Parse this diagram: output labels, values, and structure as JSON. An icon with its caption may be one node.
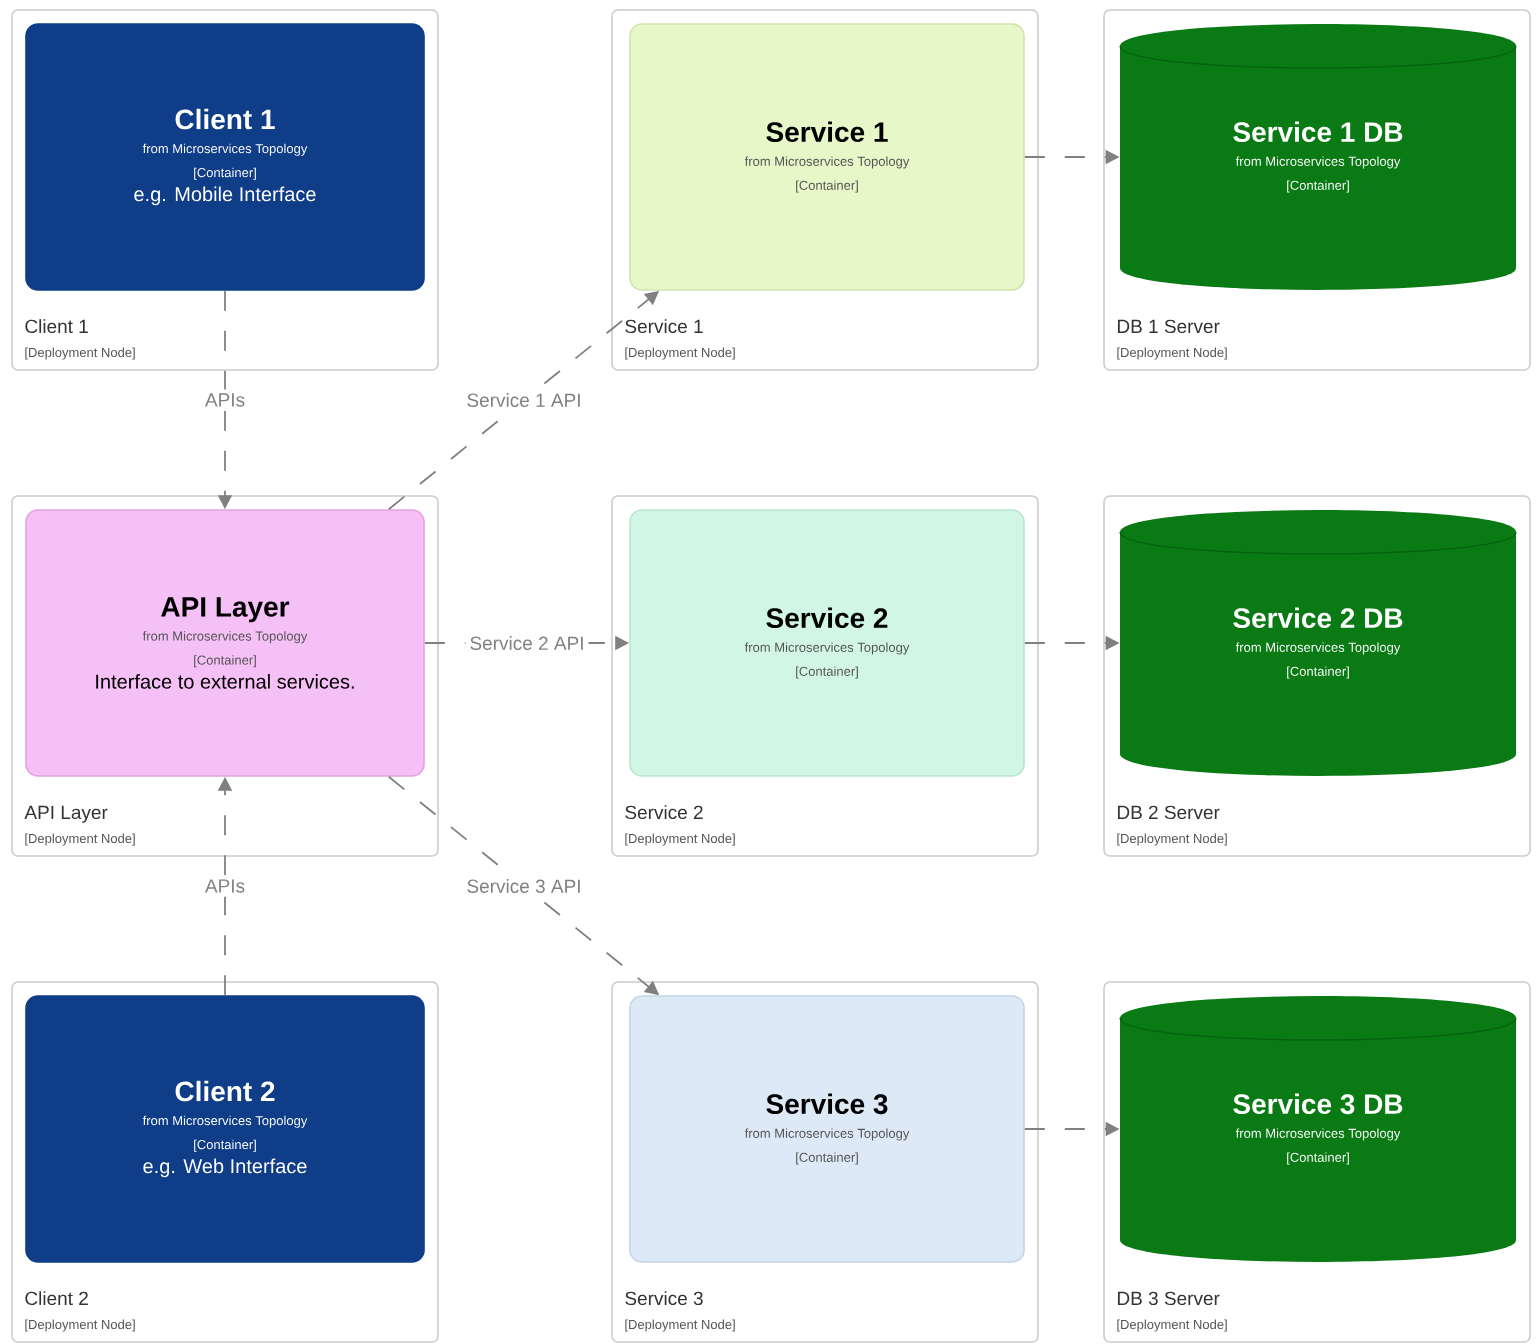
{
  "diagram": {
    "nodes": [
      {
        "text": [
          "Client 1",
          "[Deployment Node]"
        ]
      },
      {
        "text": [
          "Client 1",
          "from Microservices Topology",
          "[Container]",
          "e.g. Mobile Interface"
        ],
        "in": 0
      },
      {
        "text": [
          "Service 1",
          "[Deployment Node]"
        ]
      },
      {
        "text": [
          "Service 1",
          "from Microservices Topology",
          "[Container]"
        ],
        "in": 2
      },
      {
        "text": [
          "DB 1 Server",
          "[Deployment Node]"
        ]
      },
      {
        "text": [
          "Service 1 DB",
          "from Microservices Topology",
          "[Container]"
        ],
        "in": 4
      },
      {
        "text": [
          "API Layer",
          "[Deployment Node]"
        ]
      },
      {
        "text": [
          "API Layer",
          "from Microservices Topology",
          "[Container]",
          "Interface to external services."
        ],
        "in": 6
      },
      {
        "text": [
          "Service 2",
          "[Deployment Node]"
        ]
      },
      {
        "text": [
          "Service 2",
          "from Microservices Topology",
          "[Container]"
        ],
        "in": 8
      },
      {
        "text": [
          "DB 2 Server",
          "[Deployment Node]"
        ]
      },
      {
        "text": [
          "Service 2 DB",
          "from Microservices Topology",
          "[Container]"
        ],
        "in": 10
      },
      {
        "text": [
          "Client 2",
          "[Deployment Node]"
        ]
      },
      {
        "text": [
          "Client 2",
          "from Microservices Topology",
          "[Container]",
          "e.g. Web Interface"
        ],
        "in": 12
      },
      {
        "text": [
          "Service 3",
          "[Deployment Node]"
        ]
      },
      {
        "text": [
          "Service 3",
          "from Microservices Topology",
          "[Container]"
        ],
        "in": 14
      },
      {
        "text": [
          "DB 3 Server",
          "[Deployment Node]"
        ]
      },
      {
        "text": [
          "Service 3 DB",
          "from Microservices Topology",
          "[Container]"
        ],
        "in": 16
      }
    ],
    "edges": [
      {
        "from": 1,
        "to": 7,
        "arrow": "to",
        "label": "APIs",
        "style": "dashed"
      },
      {
        "from": 13,
        "to": 7,
        "arrow": "to",
        "label": "APIs",
        "style": "dashed"
      },
      {
        "from": 7,
        "to": 3,
        "arrow": "to",
        "label": "Service 1 API",
        "style": "dashed"
      },
      {
        "from": 7,
        "to": 9,
        "arrow": "to",
        "label": "Service 2 API",
        "style": "dashed"
      },
      {
        "from": 7,
        "to": 15,
        "arrow": "to",
        "label": "Service 3 API",
        "style": "dashed"
      },
      {
        "from": 3,
        "to": 5,
        "arrow": "to",
        "style": "dashed"
      },
      {
        "from": 9,
        "to": 11,
        "arrow": "to",
        "style": "dashed"
      },
      {
        "from": 15,
        "to": 17,
        "arrow": "to",
        "style": "dashed"
      }
    ]
  }
}
